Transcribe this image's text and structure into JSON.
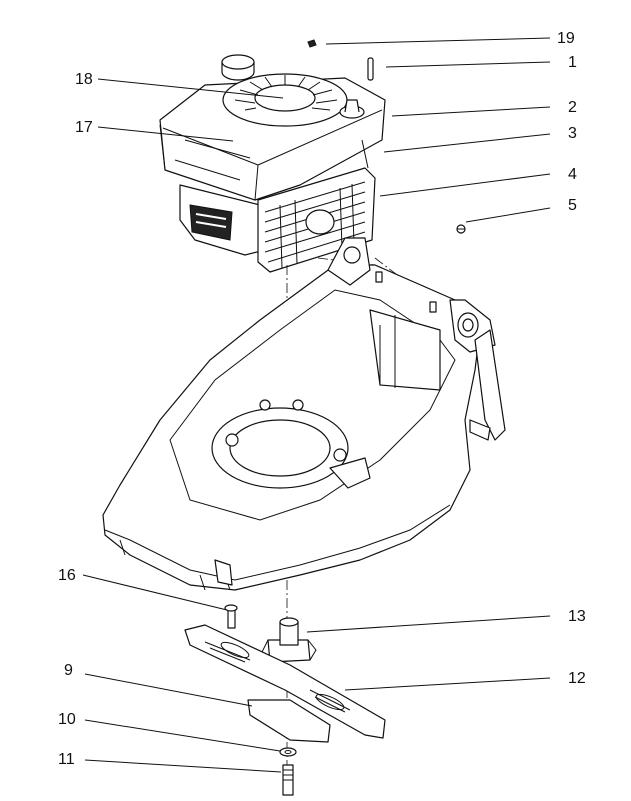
{
  "callouts": [
    {
      "number": "19"
    },
    {
      "number": "1"
    },
    {
      "number": "2"
    },
    {
      "number": "3"
    },
    {
      "number": "4"
    },
    {
      "number": "5"
    },
    {
      "number": "18"
    },
    {
      "number": "17"
    },
    {
      "number": "16"
    },
    {
      "number": "13"
    },
    {
      "number": "12"
    },
    {
      "number": "9"
    },
    {
      "number": "10"
    },
    {
      "number": "11"
    }
  ],
  "colors": {
    "line": "#111111",
    "background": "#ffffff"
  }
}
